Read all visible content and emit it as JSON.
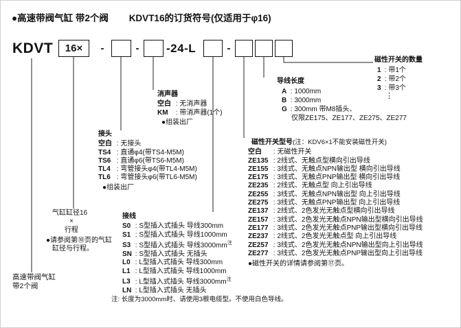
{
  "header": {
    "title_left": "●高速带阀气缸 带2个阀",
    "title_right": "KDVT16的订货符号(仅适用于φ16)"
  },
  "model": {
    "prefix": "KDVT",
    "bore": "16×",
    "dash": "-",
    "fixed": "-24-L"
  },
  "blocks": {
    "silencer": {
      "title": "消声器",
      "items": [
        {
          "code": "空白",
          "desc": "无消声器"
        },
        {
          "code": "KM",
          "desc": "带消声器(1个)"
        }
      ],
      "note": "●组装出厂"
    },
    "fitting": {
      "title": "接头",
      "items": [
        {
          "code": "空白",
          "desc": "无接头"
        },
        {
          "code": "TS4",
          "desc": "直通φ4(带TS4-M5M)"
        },
        {
          "code": "TS6",
          "desc": "直通φ6(带TS6-M5M)"
        },
        {
          "code": "TL4",
          "desc": "弯管接头φ4(带TL4-M5M)"
        },
        {
          "code": "TL6",
          "desc": "弯管接头φ6(带TL6-M5M)"
        }
      ],
      "note": "●组装出厂"
    },
    "bore_stroke": {
      "line1": "气缸缸径16",
      "line2": "×",
      "line3": "行程",
      "note1": "●请参阅第⑩页的气缸",
      "note2": "缸径与行程。"
    },
    "wiring": {
      "title": "接线",
      "items": [
        {
          "code": "S0",
          "desc": "S型插入式插头 导线300mm"
        },
        {
          "code": "S1",
          "desc": "S型插入式插头 导线1000mm"
        },
        {
          "code": "S3",
          "desc": "S型插入式插头 导线3000mm",
          "sup": "注"
        },
        {
          "code": "SN",
          "desc": "S型插入式插头 无插头"
        },
        {
          "code": "L0",
          "desc": "L型插入式插头 导线300mm"
        },
        {
          "code": "L1",
          "desc": "L型插入式插头 导线1000mm"
        },
        {
          "code": "L3",
          "desc": "L型插入式插头 导线3000mm",
          "sup": "注"
        },
        {
          "code": "LN",
          "desc": "L型插入式插头 无插头"
        }
      ],
      "note": "注: 长度为3000mm时、请使用3根电缆型。不使用白色导线。"
    },
    "switch_model": {
      "title": "磁性开关型号",
      "title_note": "(注：KDV6×1不能安装磁性开关)",
      "items": [
        {
          "code": "空白",
          "desc": "无磁性开关"
        },
        {
          "code": "ZE135",
          "desc": "2线式、无触点型横向引出导线"
        },
        {
          "code": "ZE155",
          "desc": "3线式、无触点NPN输出型 横向引出导线"
        },
        {
          "code": "ZE175",
          "desc": "3线式、无触点PNP输出型 横向引出导线"
        },
        {
          "code": "ZE235",
          "desc": "2线式、无触点型 向上引出导线"
        },
        {
          "code": "ZE255",
          "desc": "3线式、无触点NPN输出型 向上引出导线"
        },
        {
          "code": "ZE275",
          "desc": "3线式、无触点PNP输出型 向上引出导线"
        },
        {
          "code": "ZE137",
          "desc": "2线式、2色发光无触点型横向引出导线"
        },
        {
          "code": "ZE157",
          "desc": "3线式、2色发光无触点NPN输出型横向引出导线"
        },
        {
          "code": "ZE177",
          "desc": "3线式、2色发光无触点PNP输出型横向引出导线"
        },
        {
          "code": "ZE237",
          "desc": "2线式、2色发光无触点型 向上引出导线"
        },
        {
          "code": "ZE257",
          "desc": "3线式、2色发光无触点NPN输出型向上引出导线"
        },
        {
          "code": "ZE277",
          "desc": "3线式、2色发光无触点PNP输出型向上引出导线"
        }
      ],
      "note": "●磁性开关的详情请参阅第⑰页。"
    },
    "lead_wire": {
      "title": "导线长度",
      "items": [
        {
          "code": "A",
          "desc": "1000mm"
        },
        {
          "code": "B",
          "desc": "3000mm"
        },
        {
          "code": "G",
          "desc": "300mm 带M8插头、",
          "desc2": "仅限ZE175、ZE177、ZE275、ZE277"
        }
      ]
    },
    "switch_count": {
      "title": "磁性开关的数量",
      "items": [
        {
          "code": "1",
          "desc": "带1个"
        },
        {
          "code": "2",
          "desc": "带2个"
        },
        {
          "code": "3",
          "desc": "带3个"
        }
      ],
      "ellipsis": "⋮"
    },
    "product": {
      "line1": "高速带阀气缸",
      "line2": "带2个阀"
    }
  }
}
